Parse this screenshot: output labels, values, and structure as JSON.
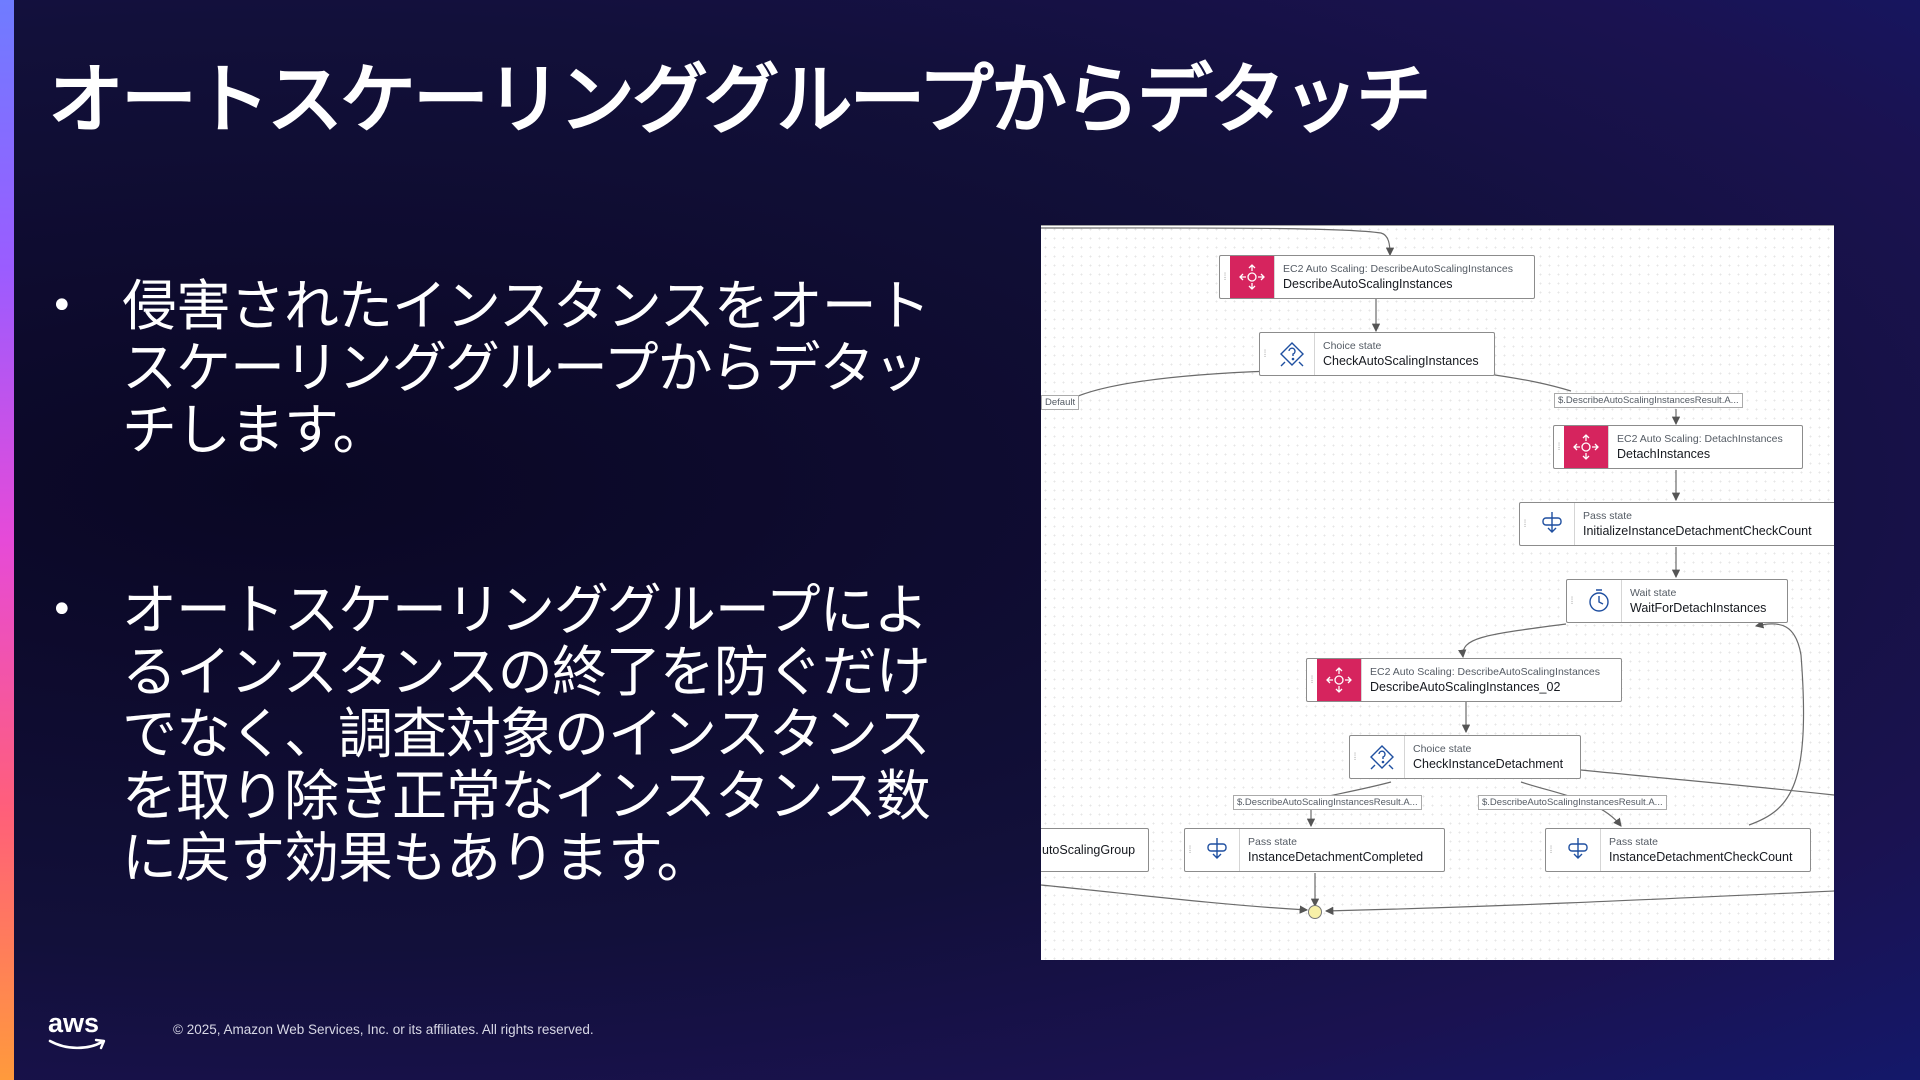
{
  "slide": {
    "title": "オートスケーリンググループからデタッチ",
    "bullets": [
      {
        "marker": "•",
        "text": "侵害されたインスタンスをオートスケーリンググループからデタッチします。"
      },
      {
        "marker": "•",
        "text": "オートスケーリンググループによるインスタンスの終了を防ぐだけでなく、調査対象のインスタンスを取り除き正常なインスタンス数に戻す効果もあります。"
      }
    ],
    "footer": {
      "logo_text": "aws",
      "copyright": "© 2025, Amazon Web Services, Inc. or its affiliates. All rights reserved."
    }
  },
  "diagram": {
    "nodes": {
      "describe1": {
        "type": "EC2 Auto Scaling: DescribeAutoScalingInstances",
        "name": "DescribeAutoScalingInstances",
        "icon": "ec2-auto-scaling-icon"
      },
      "check1": {
        "type": "Choice state",
        "name": "CheckAutoScalingInstances",
        "icon": "choice-state-icon"
      },
      "detach": {
        "type": "EC2 Auto Scaling: DetachInstances",
        "name": "DetachInstances",
        "icon": "ec2-auto-scaling-icon"
      },
      "init": {
        "type": "Pass state",
        "name": "InitializeInstanceDetachmentCheckCount",
        "icon": "pass-state-icon"
      },
      "wait": {
        "type": "Wait state",
        "name": "WaitForDetachInstances",
        "icon": "wait-state-icon"
      },
      "describe2": {
        "type": "EC2 Auto Scaling: DescribeAutoScalingInstances",
        "name": "DescribeAutoScalingInstances_02",
        "icon": "ec2-auto-scaling-icon"
      },
      "check2": {
        "type": "Choice state",
        "name": "CheckInstanceDetachment",
        "icon": "choice-state-icon"
      },
      "left": {
        "name": "utoScalingGroup"
      },
      "completed": {
        "type": "Pass state",
        "name": "InstanceDetachmentCompleted",
        "icon": "pass-state-icon"
      },
      "count": {
        "type": "Pass state",
        "name": "InstanceDetachmentCheckCount",
        "icon": "pass-state-icon"
      }
    },
    "edge_labels": {
      "default": "Default",
      "result1": "$.DescribeAutoScalingInstancesResult.A...",
      "result2": "$.DescribeAutoScalingInstancesResult.A...",
      "result3": "$.DescribeAutoScalingInstancesResult.A..."
    }
  }
}
